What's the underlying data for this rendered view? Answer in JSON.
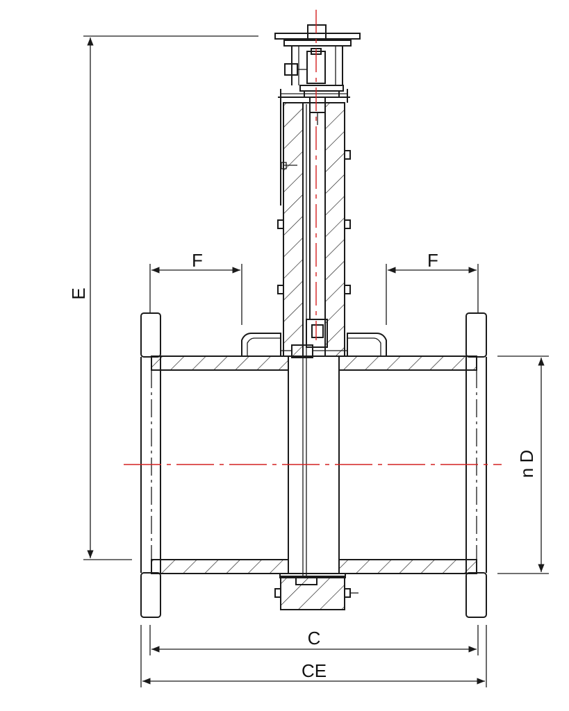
{
  "drawing": {
    "type": "valve-cross-section",
    "dimensions": {
      "height": "E",
      "stem_offset_left": "F",
      "stem_offset_right": "F",
      "pipe_diameter": "n D",
      "body_length": "C",
      "overall_length": "CE"
    },
    "colors": {
      "outline": "#1a1a1a",
      "centerline": "#d42020",
      "background": "#ffffff"
    }
  }
}
